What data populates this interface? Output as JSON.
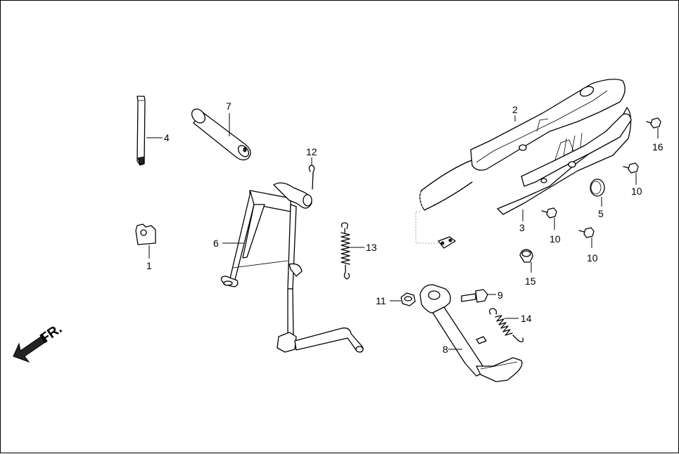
{
  "direction_label": "FR.",
  "callouts": {
    "p1": "1",
    "p2": "2",
    "p3": "3",
    "p4": "4",
    "p5": "5",
    "p6": "6",
    "p7": "7",
    "p8": "8",
    "p9": "9",
    "p10a": "10",
    "p10b": "10",
    "p10c": "10",
    "p11": "11",
    "p12": "12",
    "p13": "13",
    "p14": "14",
    "p15": "15",
    "p16": "16"
  }
}
